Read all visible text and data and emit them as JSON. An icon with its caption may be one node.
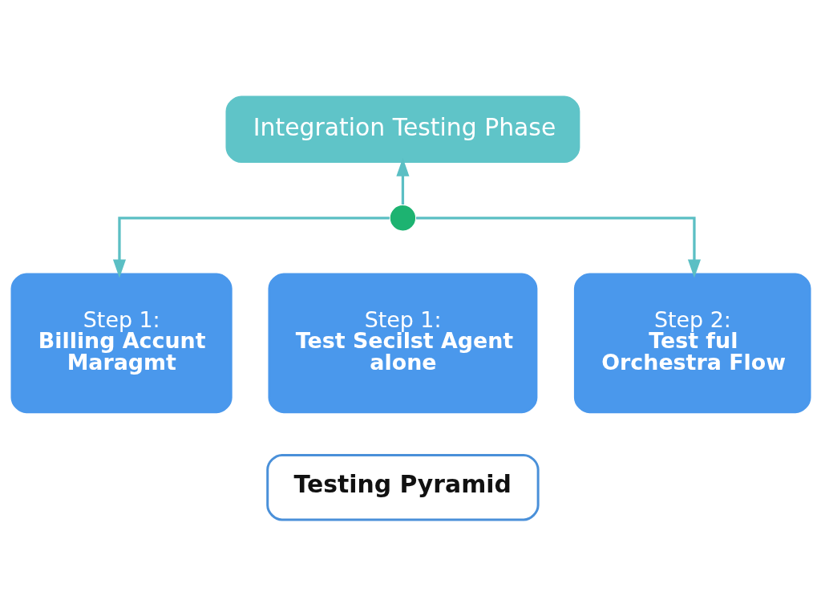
{
  "diagram": {
    "nodes": [
      {
        "text": [
          "Integration Testing Phase"
        ]
      },
      {
        "text": [],
        "shape": "circle"
      },
      {
        "text": [
          "Step 1:",
          "Billing Accunt Maragmt"
        ]
      },
      {
        "text": [
          "Step 1:",
          "Test Secilst Agent alone"
        ]
      },
      {
        "text": [
          "Step 2:",
          "Test ful Orchestra Flow"
        ]
      },
      {
        "text": [
          "Testing Pyramid"
        ]
      }
    ],
    "edges": [
      {
        "from": 1,
        "to": 0,
        "arrow": "to"
      },
      {
        "from": 1,
        "to": 2,
        "arrow": "to"
      },
      {
        "from": 1,
        "to": 4,
        "arrow": "to"
      }
    ]
  }
}
